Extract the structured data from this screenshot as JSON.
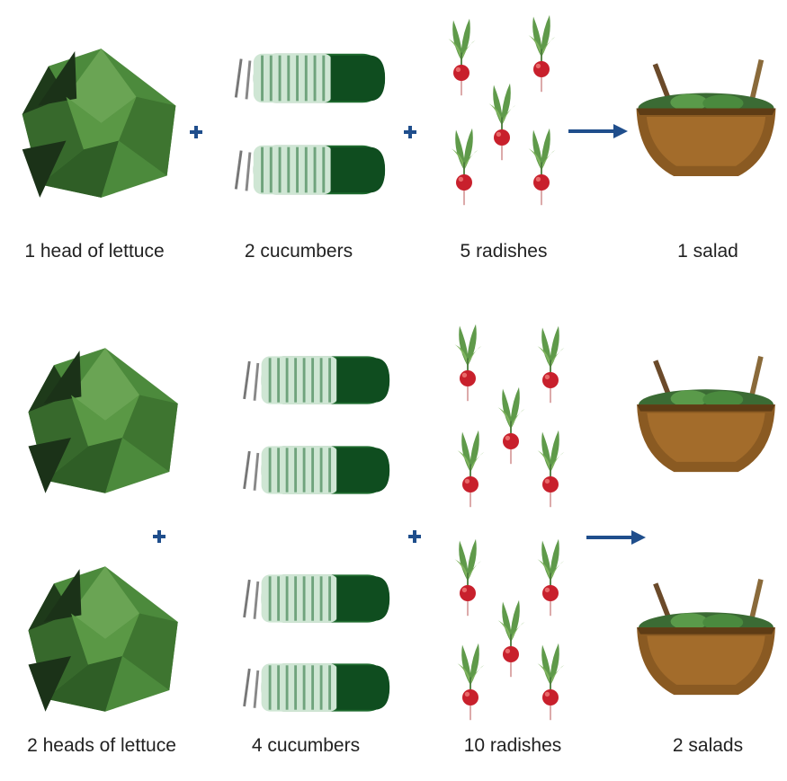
{
  "row1": {
    "lettuce_caption": "1 head of lettuce",
    "cucumbers_caption": "2 cucumbers",
    "radishes_caption": "5 radishes",
    "salad_caption": "1 salad"
  },
  "row2": {
    "lettuce_caption": "2 heads of lettuce",
    "cucumbers_caption": "4 cucumbers",
    "radishes_caption": "10 radishes",
    "salad_caption": "2 salads"
  },
  "icons": [
    "lettuce-icon",
    "cucumber-icon",
    "radish-icon",
    "salad-bowl-icon",
    "plus-icon",
    "arrow-right-icon"
  ],
  "colors": {
    "operator": "#1f4e8c",
    "lettuce": "#3f7a33",
    "cucumber": "#1e6b2e",
    "radish": "#c8202c",
    "bowl": "#8a5a22"
  }
}
